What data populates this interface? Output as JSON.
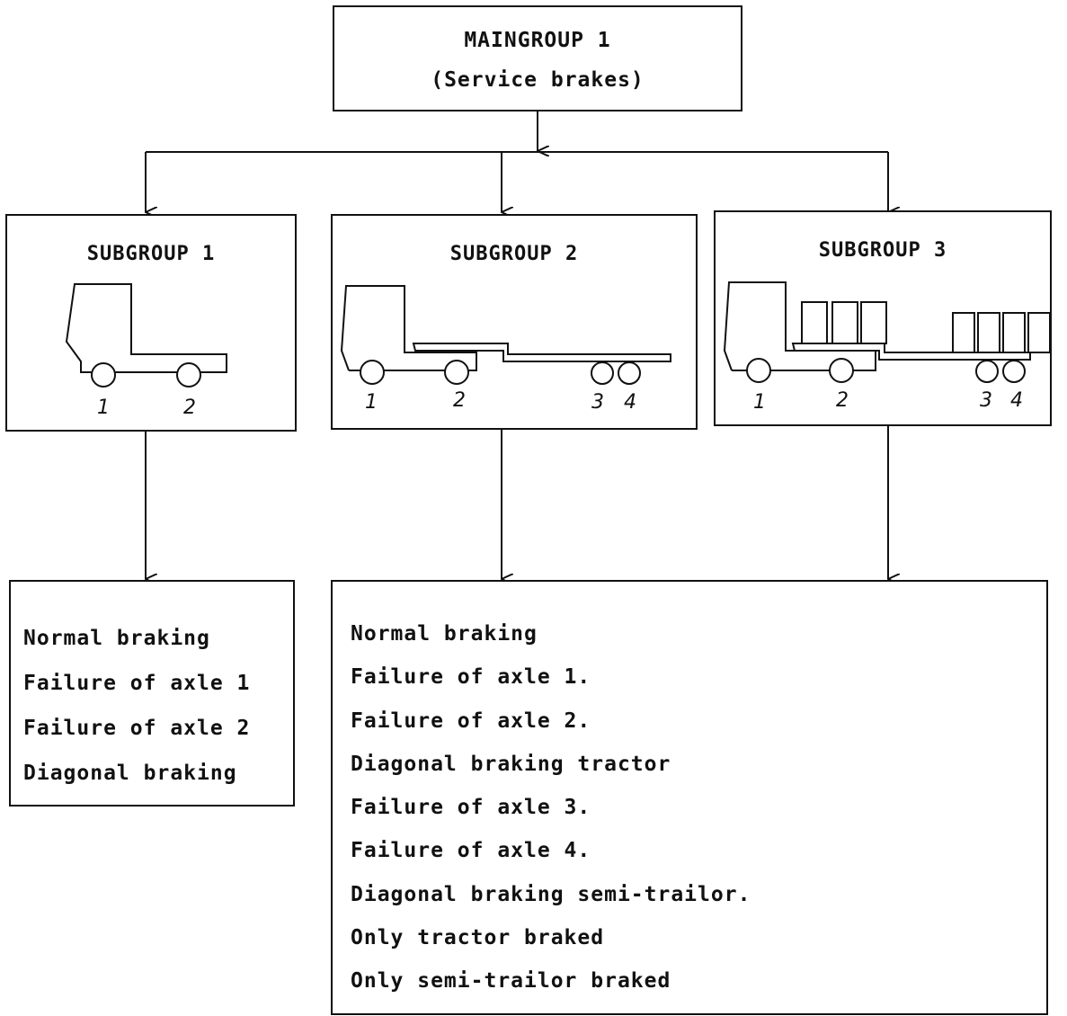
{
  "main_group": {
    "title": "MAINGROUP 1",
    "subtitle": "(Service brakes)"
  },
  "subgroups": [
    {
      "title": "SUBGROUP 1",
      "axle_labels": [
        "1",
        "2"
      ]
    },
    {
      "title": "SUBGROUP 2",
      "axle_labels": [
        "1",
        "2",
        "3",
        "4"
      ]
    },
    {
      "title": "SUBGROUP 3",
      "axle_labels": [
        "1",
        "2",
        "3",
        "4"
      ]
    }
  ],
  "lists": {
    "subgroup1": [
      "Normal braking",
      "Failure of axle 1",
      "Failure of axle 2",
      "Diagonal braking"
    ],
    "subgroups2_3": [
      "Normal braking",
      "Failure of axle 1.",
      "Failure of axle 2.",
      "Diagonal braking tractor",
      "Failure of axle 3.",
      "Failure of axle 4.",
      "Diagonal braking semi-trailor.",
      "Only tractor braked",
      "Only semi-trailor braked"
    ]
  },
  "colors": {
    "ink": "#111111",
    "background": "#ffffff"
  }
}
